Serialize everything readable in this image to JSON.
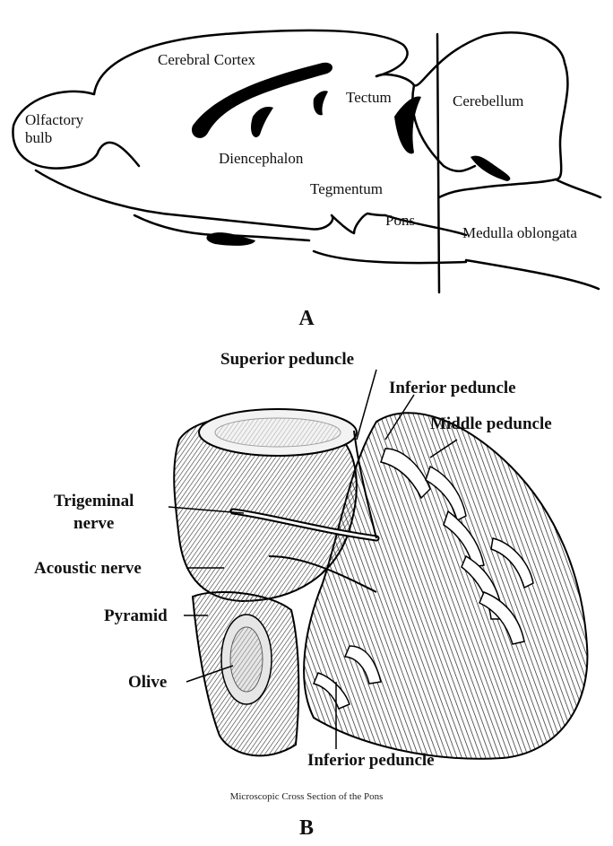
{
  "panel_a": {
    "letter": "A",
    "labels": {
      "olfactory_bulb_1": "Olfactory",
      "olfactory_bulb_2": "bulb",
      "cerebral_cortex": "Cerebral Cortex",
      "tectum": "Tectum",
      "cerebellum": "Cerebellum",
      "diencephalon": "Diencephalon",
      "tegmentum": "Tegmentum",
      "pons": "Pons",
      "medulla": "Medulla oblongata"
    }
  },
  "panel_b": {
    "letter": "B",
    "labels": {
      "superior_peduncle": "Superior peduncle",
      "inferior_peduncle_top": "Inferior peduncle",
      "middle_peduncle": "Middle peduncle",
      "trigeminal_1": "Trigeminal",
      "trigeminal_2": "nerve",
      "acoustic_nerve": "Acoustic nerve",
      "pyramid": "Pyramid",
      "olive": "Olive",
      "inferior_peduncle_bottom": "Inferior peduncle"
    },
    "caption": "Microscopic Cross Section of the Pons"
  }
}
